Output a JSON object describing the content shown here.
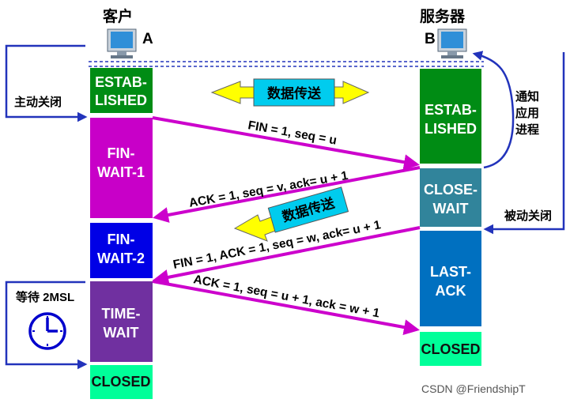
{
  "client": {
    "title": "客户",
    "label": "A"
  },
  "server": {
    "title": "服务器",
    "label": "B"
  },
  "client_states": {
    "established": [
      "ESTAB-",
      "LISHED"
    ],
    "fin_wait_1": [
      "FIN-",
      "WAIT-1"
    ],
    "fin_wait_2": [
      "FIN-",
      "WAIT-2"
    ],
    "time_wait": [
      "TIME-",
      "WAIT"
    ],
    "closed": "CLOSED"
  },
  "server_states": {
    "established": [
      "ESTAB-",
      "LISHED"
    ],
    "close_wait": [
      "CLOSE-",
      "WAIT"
    ],
    "last_ack": [
      "LAST-",
      "ACK"
    ],
    "closed": "CLOSED"
  },
  "labels": {
    "active_close": "主动关闭",
    "passive_close": "被动关闭",
    "notify_app": [
      "通知",
      "应用",
      "进程"
    ],
    "wait_2msl": "等待 2MSL",
    "data_transfer_1": "数据传送",
    "data_transfer_2": "数据传送"
  },
  "messages": {
    "fin1": "FIN = 1, seq = u",
    "ack1": "ACK = 1, seq = v, ack= u + 1",
    "fin2": "FIN = 1, ACK = 1, seq = w, ack= u + 1",
    "ack2": "ACK = 1, seq = u + 1, ack = w + 1"
  },
  "watermark": "CSDN @FriendshipT",
  "colors": {
    "established": "#008c14",
    "fin_wait_1": "#c800c8",
    "fin_wait_2": "#0000e6",
    "time_wait": "#7030a0",
    "closed": "#00ff99",
    "close_wait": "#31849b",
    "last_ack": "#0070c0",
    "arrow": "#cc00cc",
    "side_arrow": "#2233bb"
  }
}
